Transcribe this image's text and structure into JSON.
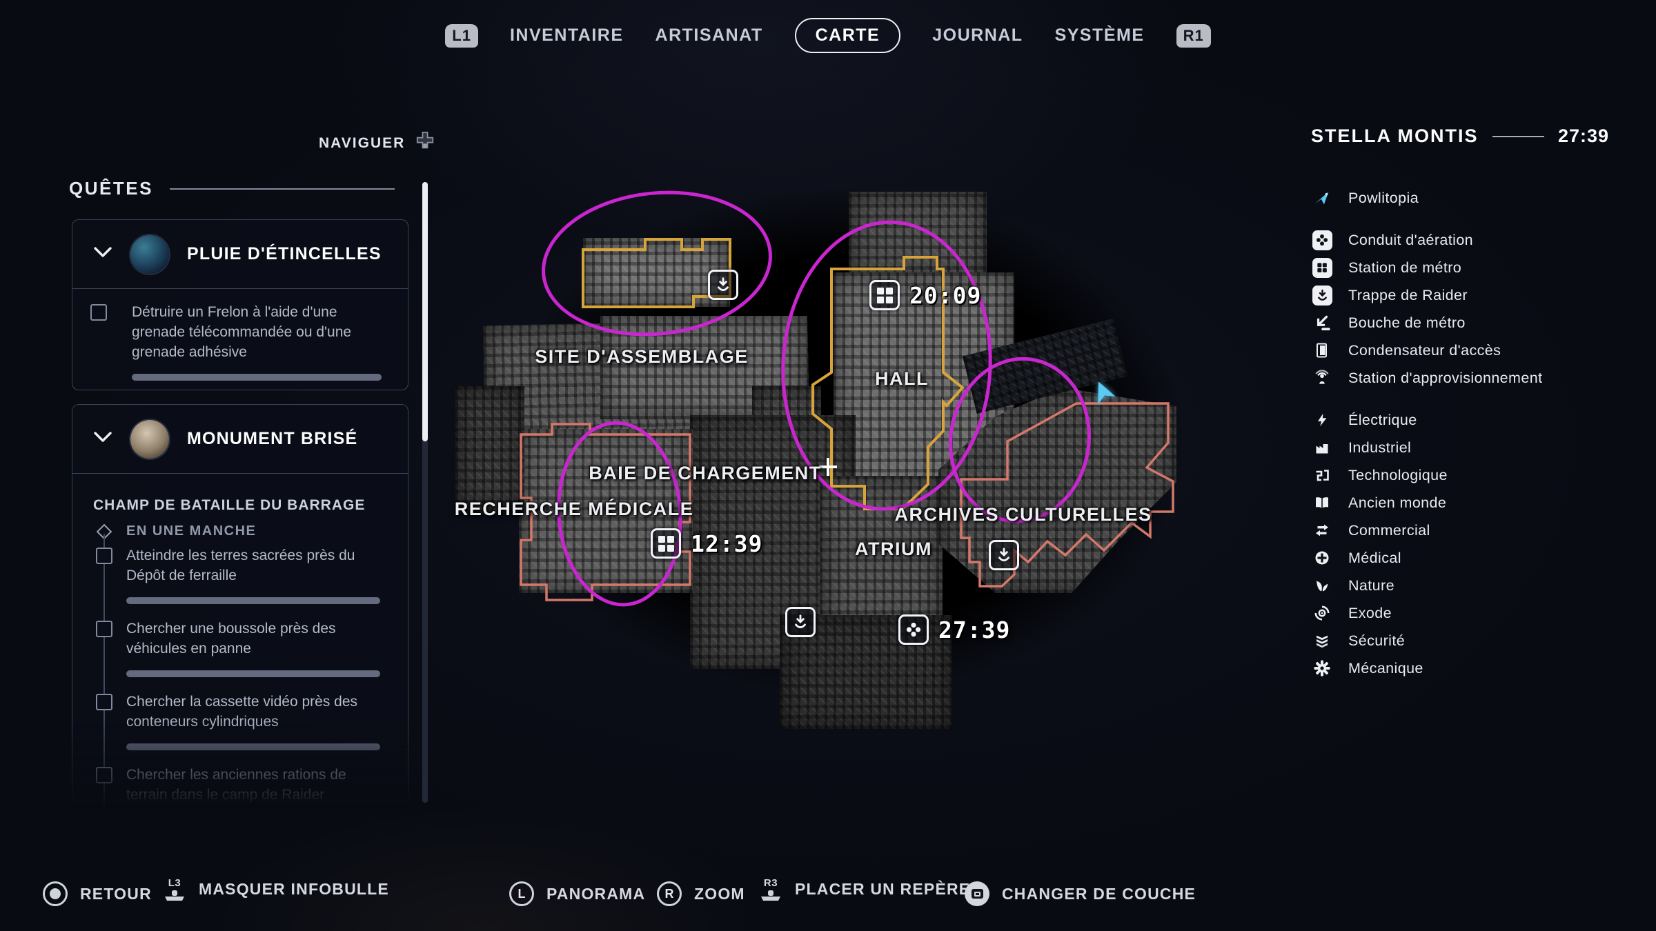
{
  "colors": {
    "quest_area_magenta": "#c926cf",
    "zone_yellow": "#d7a43c",
    "zone_red": "#d4786a",
    "player_cyan": "#5bc9f2"
  },
  "top_nav": {
    "left_bumper": "L1",
    "right_bumper": "R1",
    "tabs": [
      "INVENTAIRE",
      "ARTISANAT",
      "CARTE",
      "JOURNAL",
      "SYSTÈME"
    ],
    "active_tab": "CARTE"
  },
  "left_panel": {
    "navigate_label": "NAVIGUER",
    "section_title": "QUÊTES",
    "quests": [
      {
        "title": "PLUIE D'ÉTINCELLES",
        "objectives": [
          "Détruire un Frelon à l'aide d'une grenade télécommandée ou d'une grenade adhésive"
        ]
      },
      {
        "title": "MONUMENT BRISÉ",
        "area": "CHAMP DE BATAILLE DU BARRAGE",
        "milestone": "EN UNE MANCHE",
        "objectives": [
          "Atteindre les terres sacrées près du Dépôt de ferraille",
          "Chercher une boussole près des véhicules en panne",
          "Chercher la cassette vidéo près des conteneurs cylindriques",
          "Chercher les anciennes rations de terrain dans le camp de Raider"
        ]
      }
    ]
  },
  "map": {
    "labels": [
      "SITE D'ASSEMBLAGE",
      "HALL",
      "BAIE DE CHARGEMENT",
      "RECHERCHE MÉDICALE",
      "ATRIUM",
      "ARCHIVES CULTURELLES"
    ],
    "markers": [
      {
        "icon": "metro-station-icon",
        "time": "20:09"
      },
      {
        "icon": "metro-station-icon",
        "time": "12:39"
      },
      {
        "icon": "vent-fan-icon",
        "time": "27:39"
      }
    ]
  },
  "right_panel": {
    "title": "STELLA MONTIS",
    "time": "27:39",
    "legend": [
      {
        "icon": "powlitopia-icon",
        "label": "Powlitopia"
      },
      {
        "icon": "vent-fan-icon",
        "label": "Conduit d'aération"
      },
      {
        "icon": "metro-station-icon",
        "label": "Station de métro"
      },
      {
        "icon": "raider-hatch-icon",
        "label": "Trappe de Raider"
      },
      {
        "icon": "metro-entrance-icon",
        "label": "Bouche de métro"
      },
      {
        "icon": "access-capacitor-icon",
        "label": "Condensateur d'accès"
      },
      {
        "icon": "supply-station-icon",
        "label": "Station d'approvisionnement"
      },
      {
        "icon": "electric-icon",
        "label": "Électrique"
      },
      {
        "icon": "industrial-icon",
        "label": "Industriel"
      },
      {
        "icon": "technological-icon",
        "label": "Technologique"
      },
      {
        "icon": "old-world-icon",
        "label": "Ancien monde"
      },
      {
        "icon": "commercial-icon",
        "label": "Commercial"
      },
      {
        "icon": "medical-icon",
        "label": "Médical"
      },
      {
        "icon": "nature-icon",
        "label": "Nature"
      },
      {
        "icon": "exodus-icon",
        "label": "Exode"
      },
      {
        "icon": "security-icon",
        "label": "Sécurité"
      },
      {
        "icon": "mechanical-icon",
        "label": "Mécanique"
      }
    ]
  },
  "bottom_bar": {
    "actions": [
      {
        "button": "circle-button",
        "button_label": "",
        "label": "RETOUR"
      },
      {
        "button": "l3-stick",
        "button_label": "L3",
        "label": "MASQUER INFOBULLE"
      },
      {
        "button": "l-button",
        "button_label": "L",
        "label": "PANORAMA"
      },
      {
        "button": "r-button",
        "button_label": "R",
        "label": "ZOOM"
      },
      {
        "button": "r3-stick",
        "button_label": "R3",
        "label": "PLACER UN REPÈRE"
      },
      {
        "button": "touchpad-button",
        "button_label": "",
        "label": "CHANGER DE COUCHE"
      }
    ]
  }
}
